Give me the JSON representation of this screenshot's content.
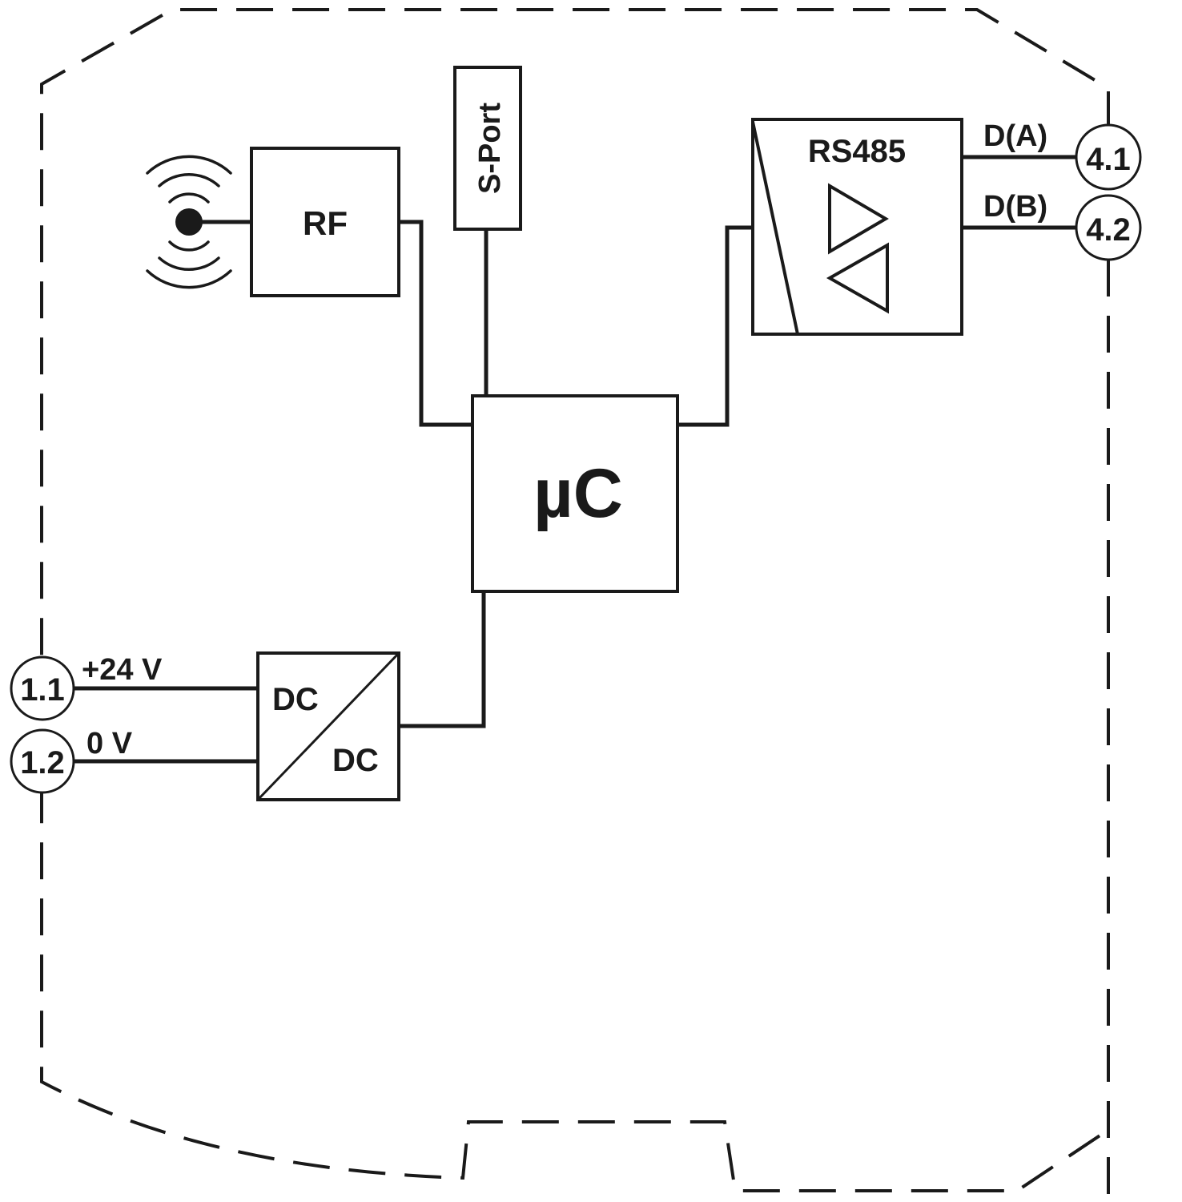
{
  "blocks": {
    "rf": "RF",
    "sport": "S-Port",
    "mcu": "µC",
    "rs485": "RS485",
    "dcdc_in": "DC",
    "dcdc_out": "DC"
  },
  "terminals": {
    "t11": "1.1",
    "t12": "1.2",
    "t41": "4.1",
    "t42": "4.2"
  },
  "signals": {
    "plus24v": "+24 V",
    "zero_v": "0 V",
    "da": "D(A)",
    "db": "D(B)"
  },
  "icons": {
    "antenna": "antenna-icon",
    "driver": "rs485-driver-icon",
    "converter": "dc-dc-converter-icon"
  }
}
